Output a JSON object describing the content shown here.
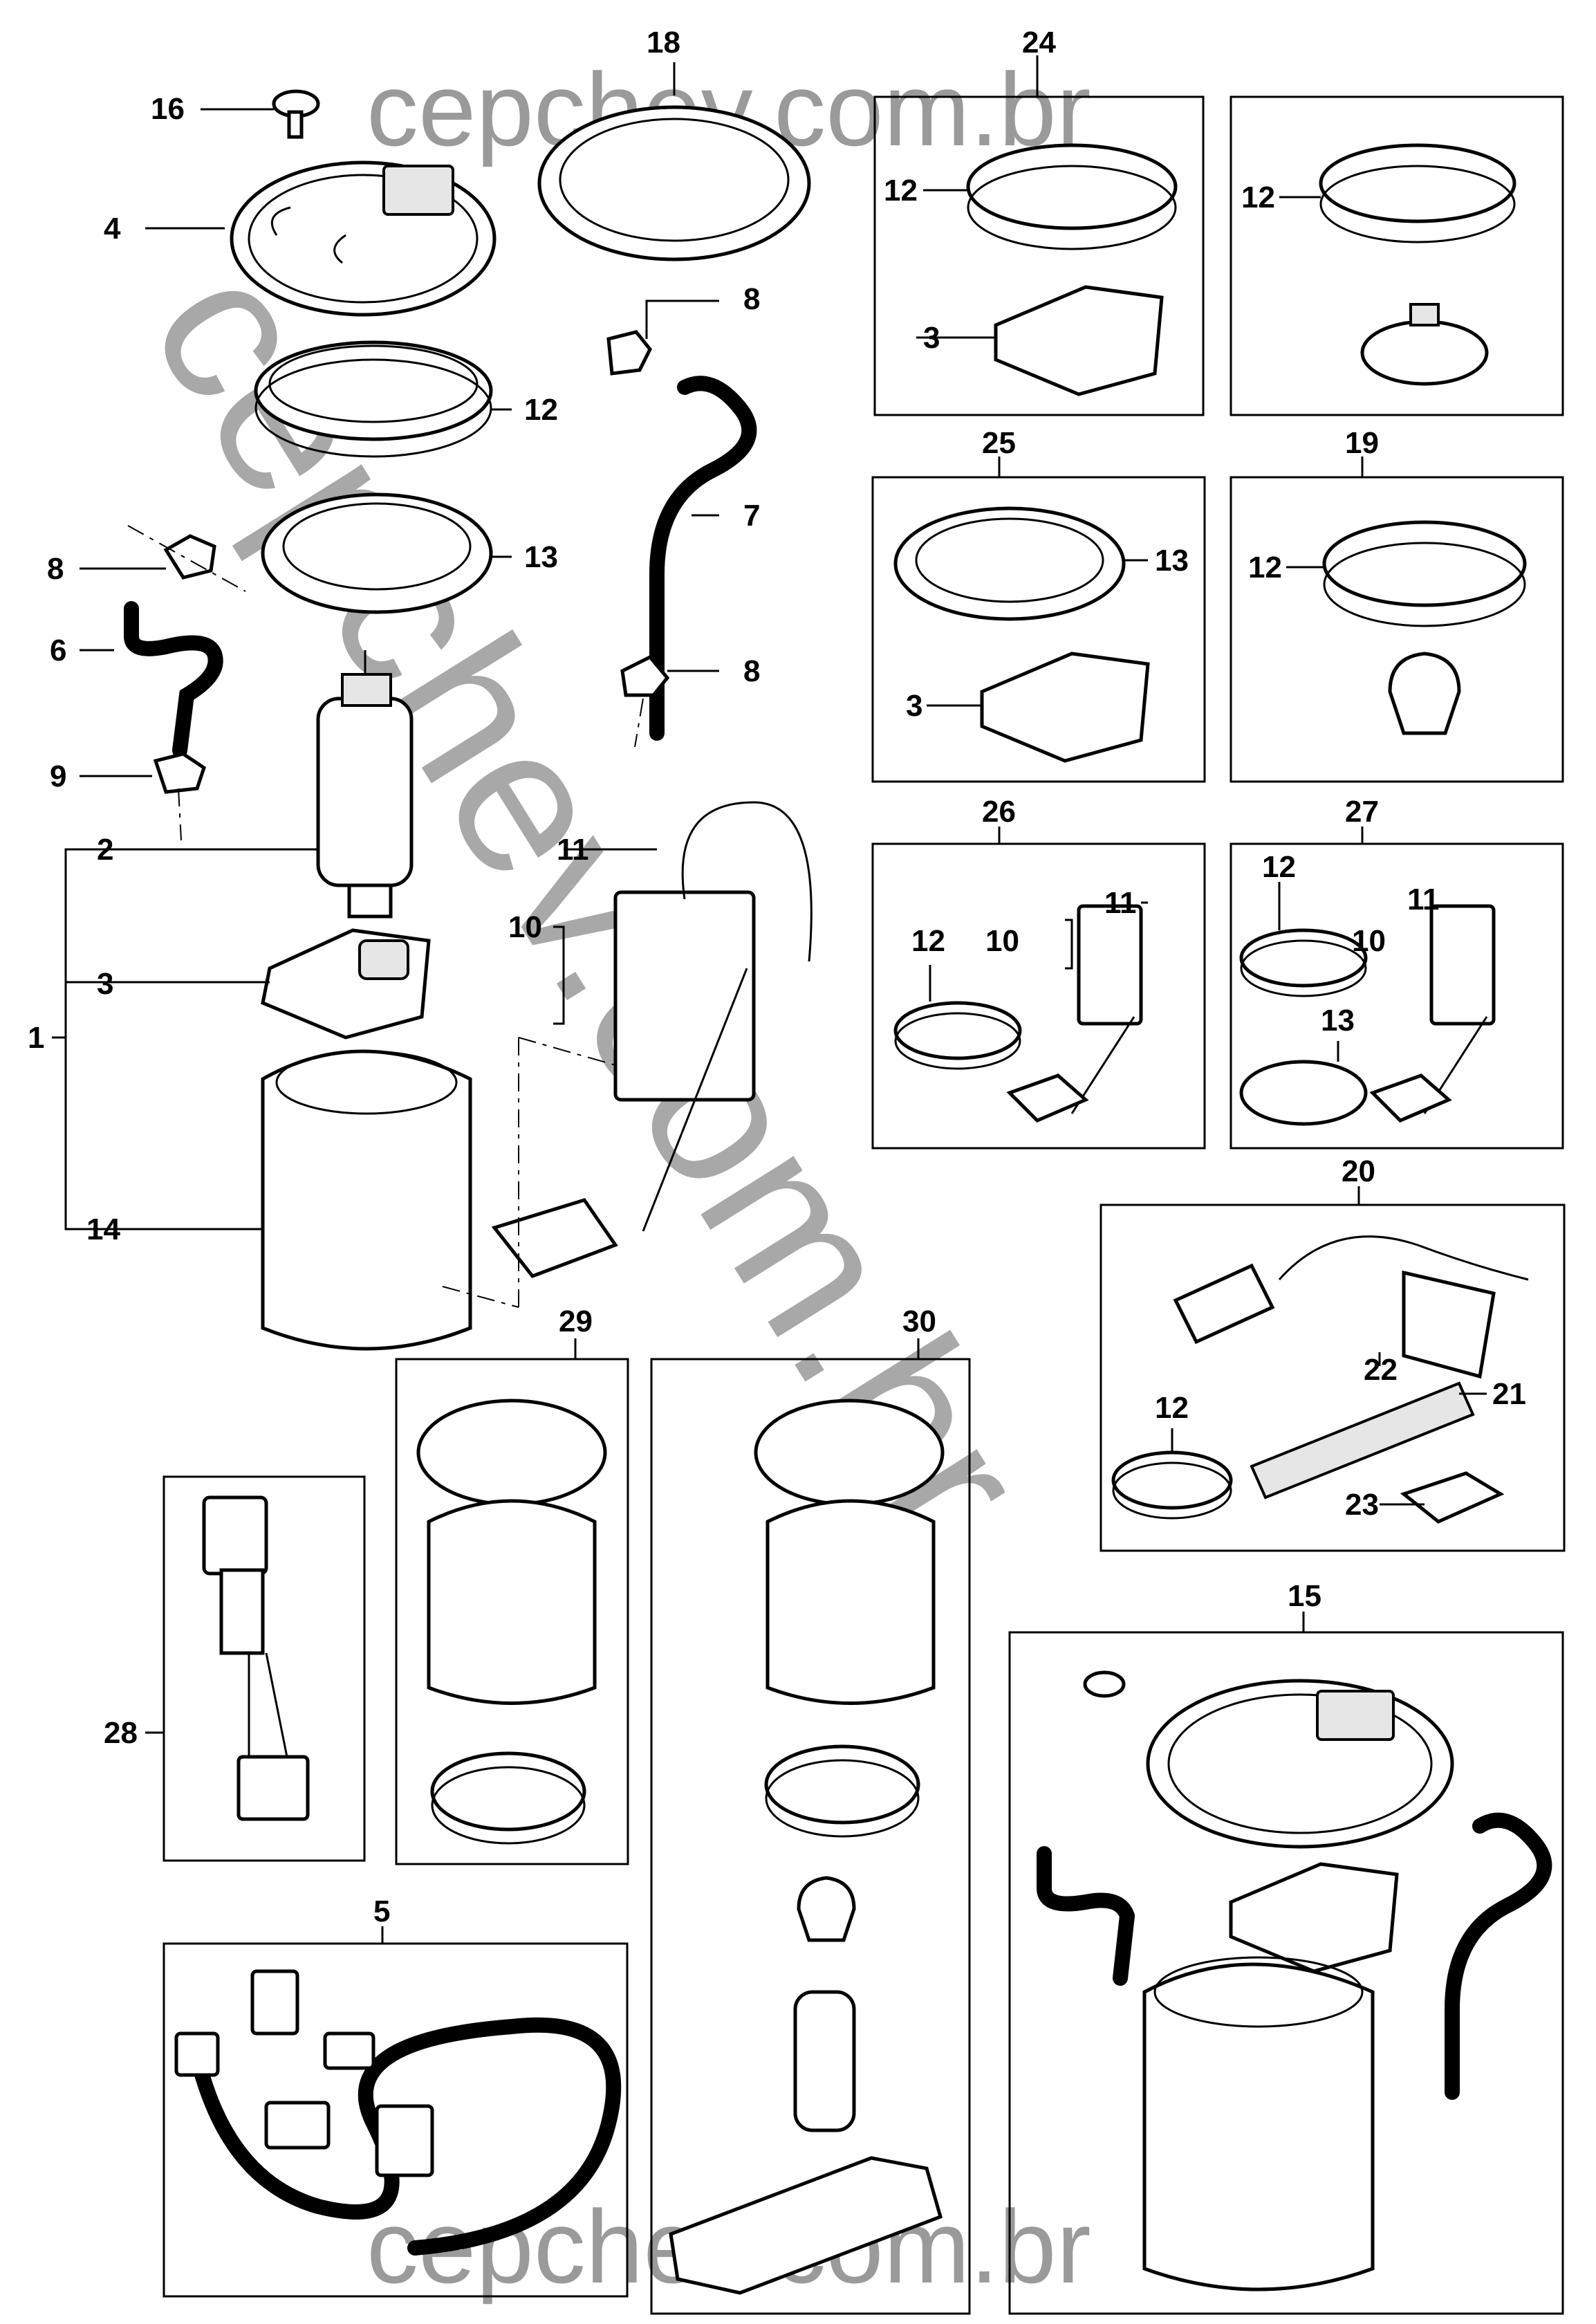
{
  "watermark": {
    "top": "cepchev.com.br",
    "bottom": "cepchev.com.br",
    "diagonal": "cepchev.com.br",
    "color": "#9a9a9a"
  },
  "callouts": {
    "c1": "1",
    "c2": "2",
    "c3": "3",
    "c4": "4",
    "c5": "5",
    "c6": "6",
    "c7": "7",
    "c8": "8",
    "c9": "9",
    "c10": "10",
    "c11": "11",
    "c12": "12",
    "c13": "13",
    "c14": "14",
    "c15": "15",
    "c16": "16",
    "c18": "18",
    "c19": "19",
    "c20": "20",
    "c21": "21",
    "c22": "22",
    "c23": "23",
    "c24": "24",
    "c25": "25",
    "c26": "26",
    "c27": "27",
    "c28": "28",
    "c29": "29",
    "c30": "30"
  }
}
